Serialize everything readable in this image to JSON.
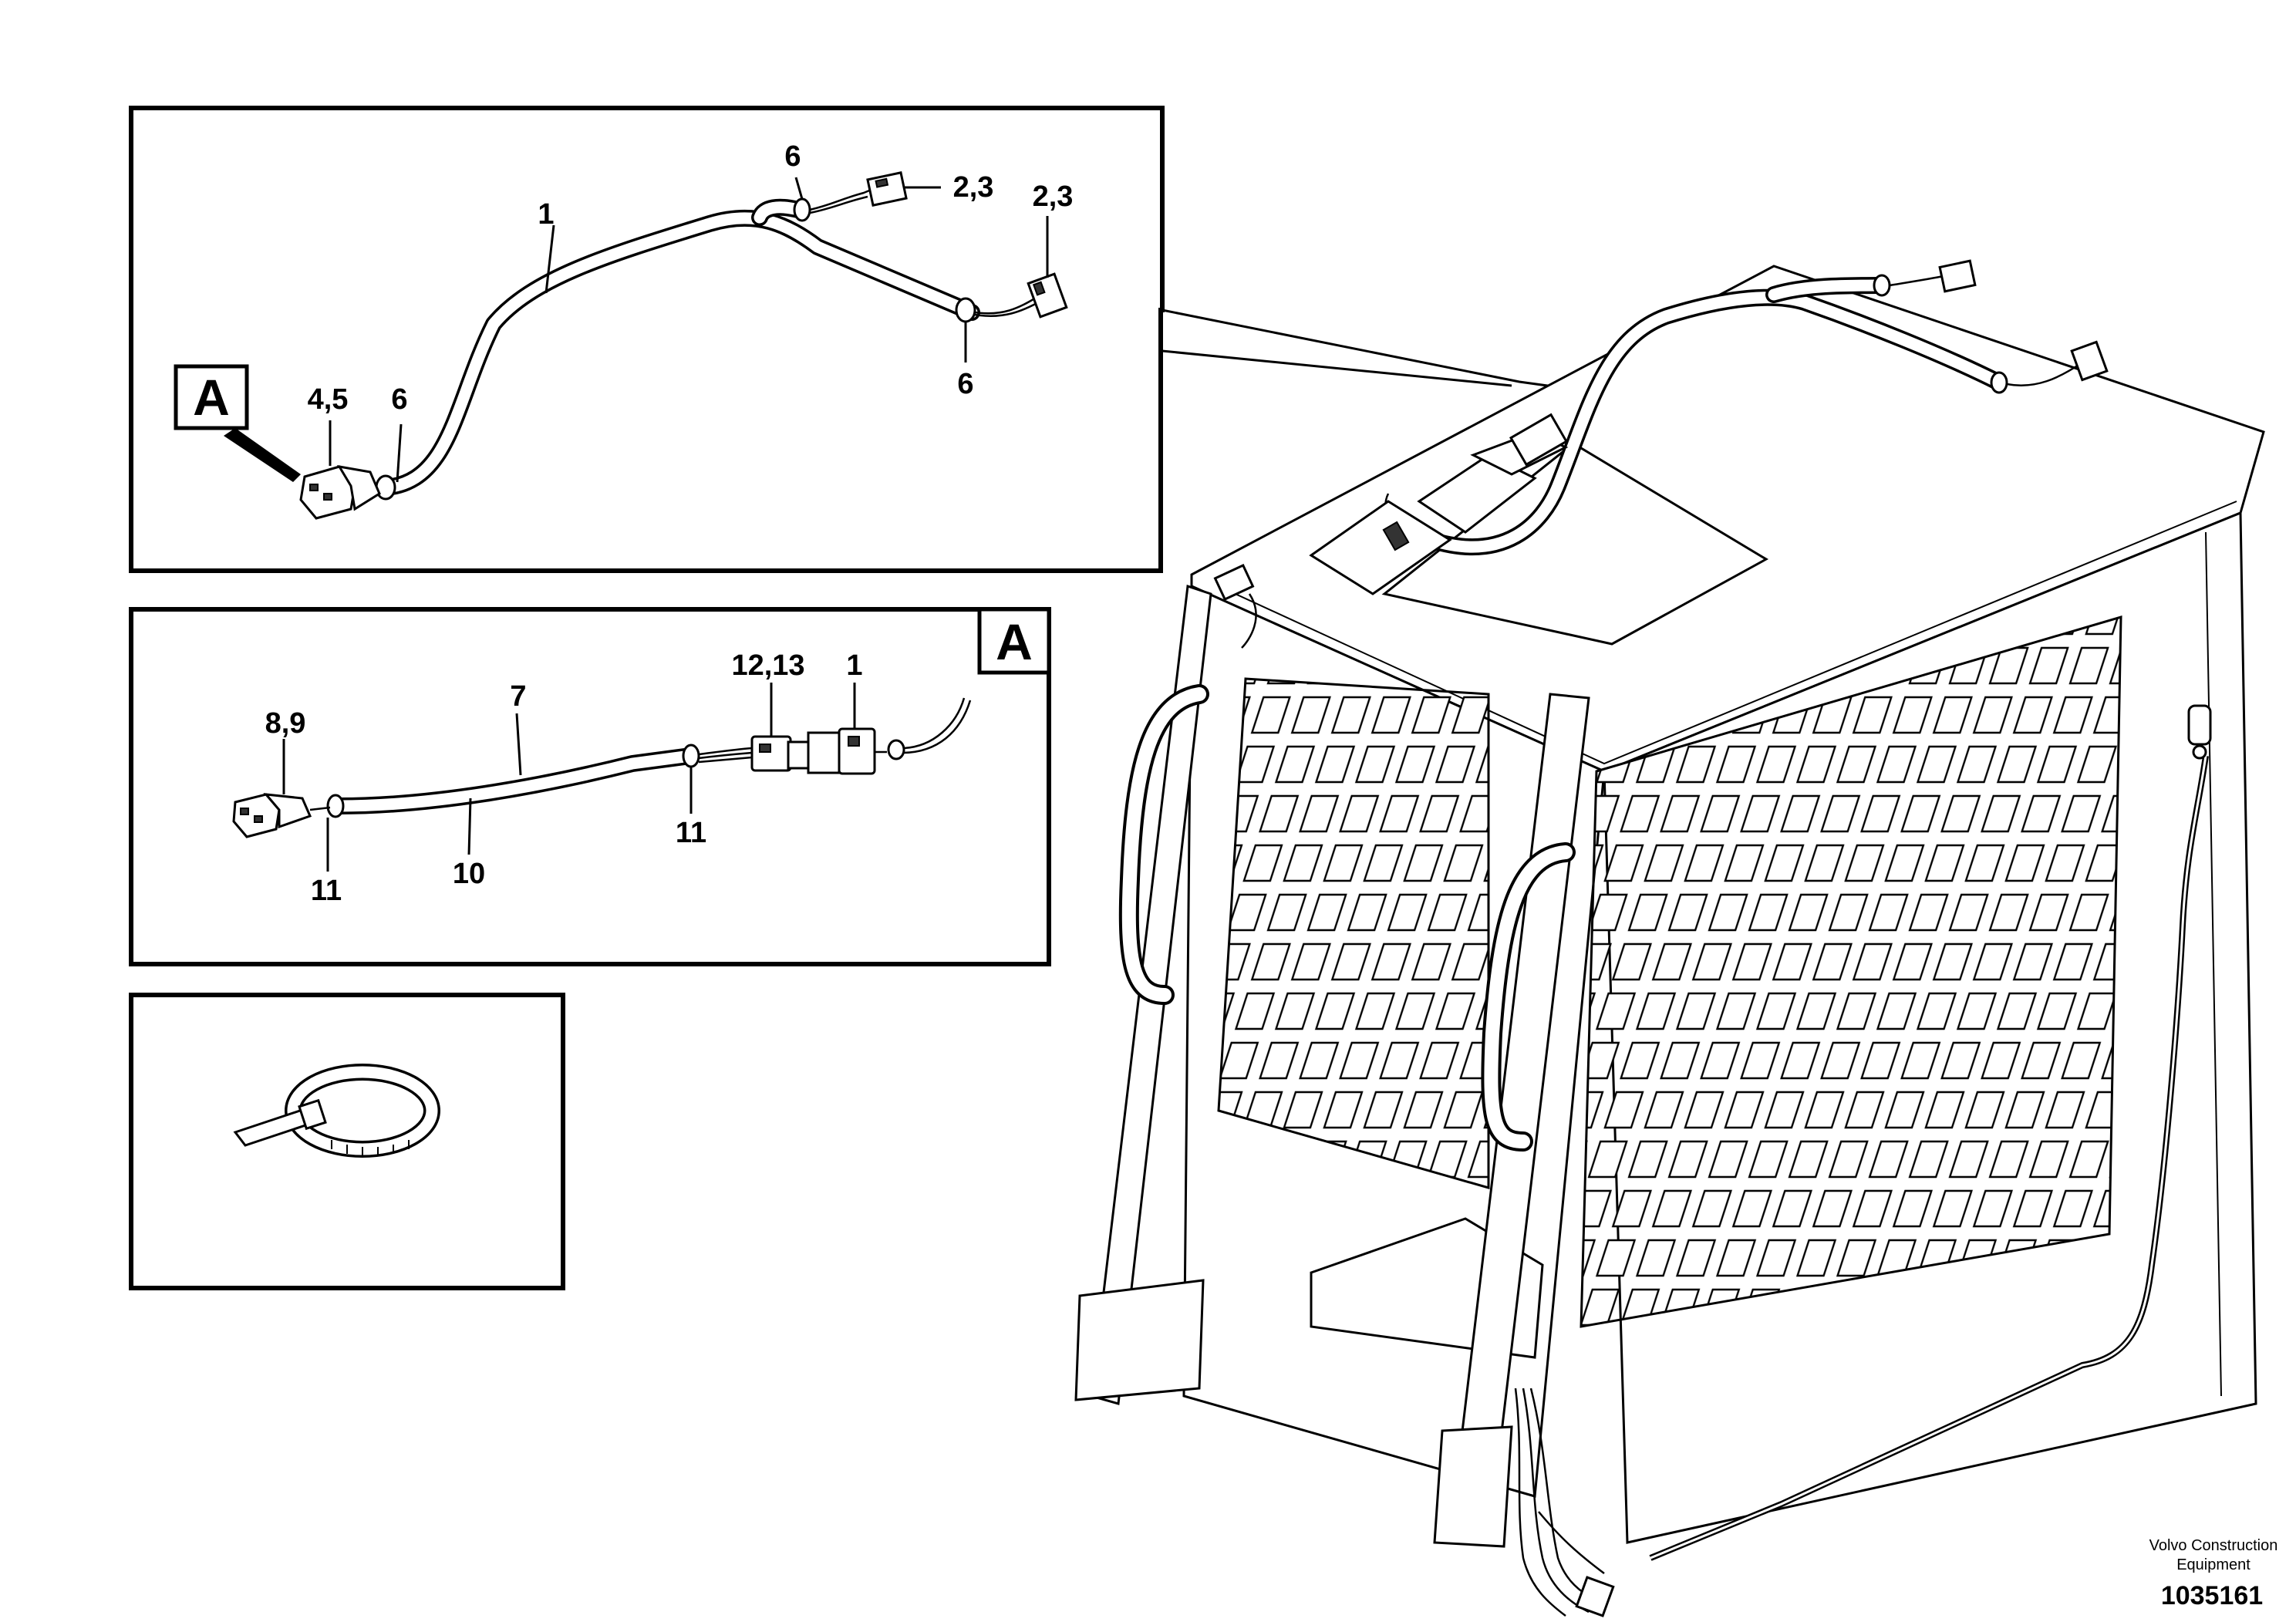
{
  "panel_top": {
    "labels": [
      "1",
      "2,3",
      "2,3",
      "4,5",
      "6",
      "6",
      "6"
    ],
    "view_letter": "A"
  },
  "panel_middle": {
    "labels": [
      "7",
      "8,9",
      "10",
      "11",
      "11",
      "12,13",
      "1"
    ],
    "view_letter": "A"
  },
  "panel_bottom": {
    "part": "cable-tie"
  },
  "footer": {
    "brand_line1": "Volvo Construction",
    "brand_line2": "Equipment",
    "drawing_number": "1035161"
  }
}
